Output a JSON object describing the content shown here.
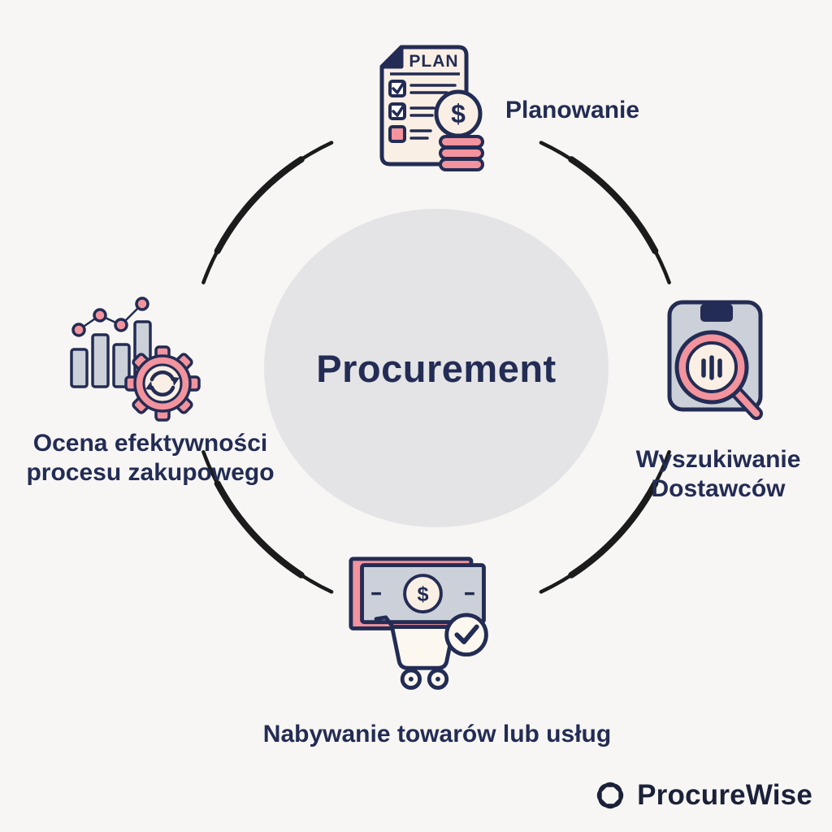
{
  "colors": {
    "background": "#f7f6f4",
    "navy": "#232c54",
    "pink": "#f2939d",
    "cream": "#f9efe4",
    "gray": "#ccd0d8",
    "circle_gray": "#e4e4e6",
    "arc_black": "#1b1b1b"
  },
  "center": {
    "title": "Procurement"
  },
  "stages": [
    {
      "id": "planning",
      "label": "Planowanie",
      "icon": "plan-document-icon",
      "icon_text": "PLAN",
      "icon_symbol": "$"
    },
    {
      "id": "supplier-search",
      "label": "Wyszukiwanie Dostawców",
      "icon": "supplier-search-icon"
    },
    {
      "id": "purchasing",
      "label": "Nabywanie towarów lub usług",
      "icon": "cart-banknote-icon",
      "icon_symbol": "$"
    },
    {
      "id": "evaluation",
      "label": "Ocena efektywności procesu zakupowego",
      "icon": "chart-gear-icon"
    }
  ],
  "logo": {
    "text": "ProcureWise",
    "icon": "knot-logo-icon"
  }
}
